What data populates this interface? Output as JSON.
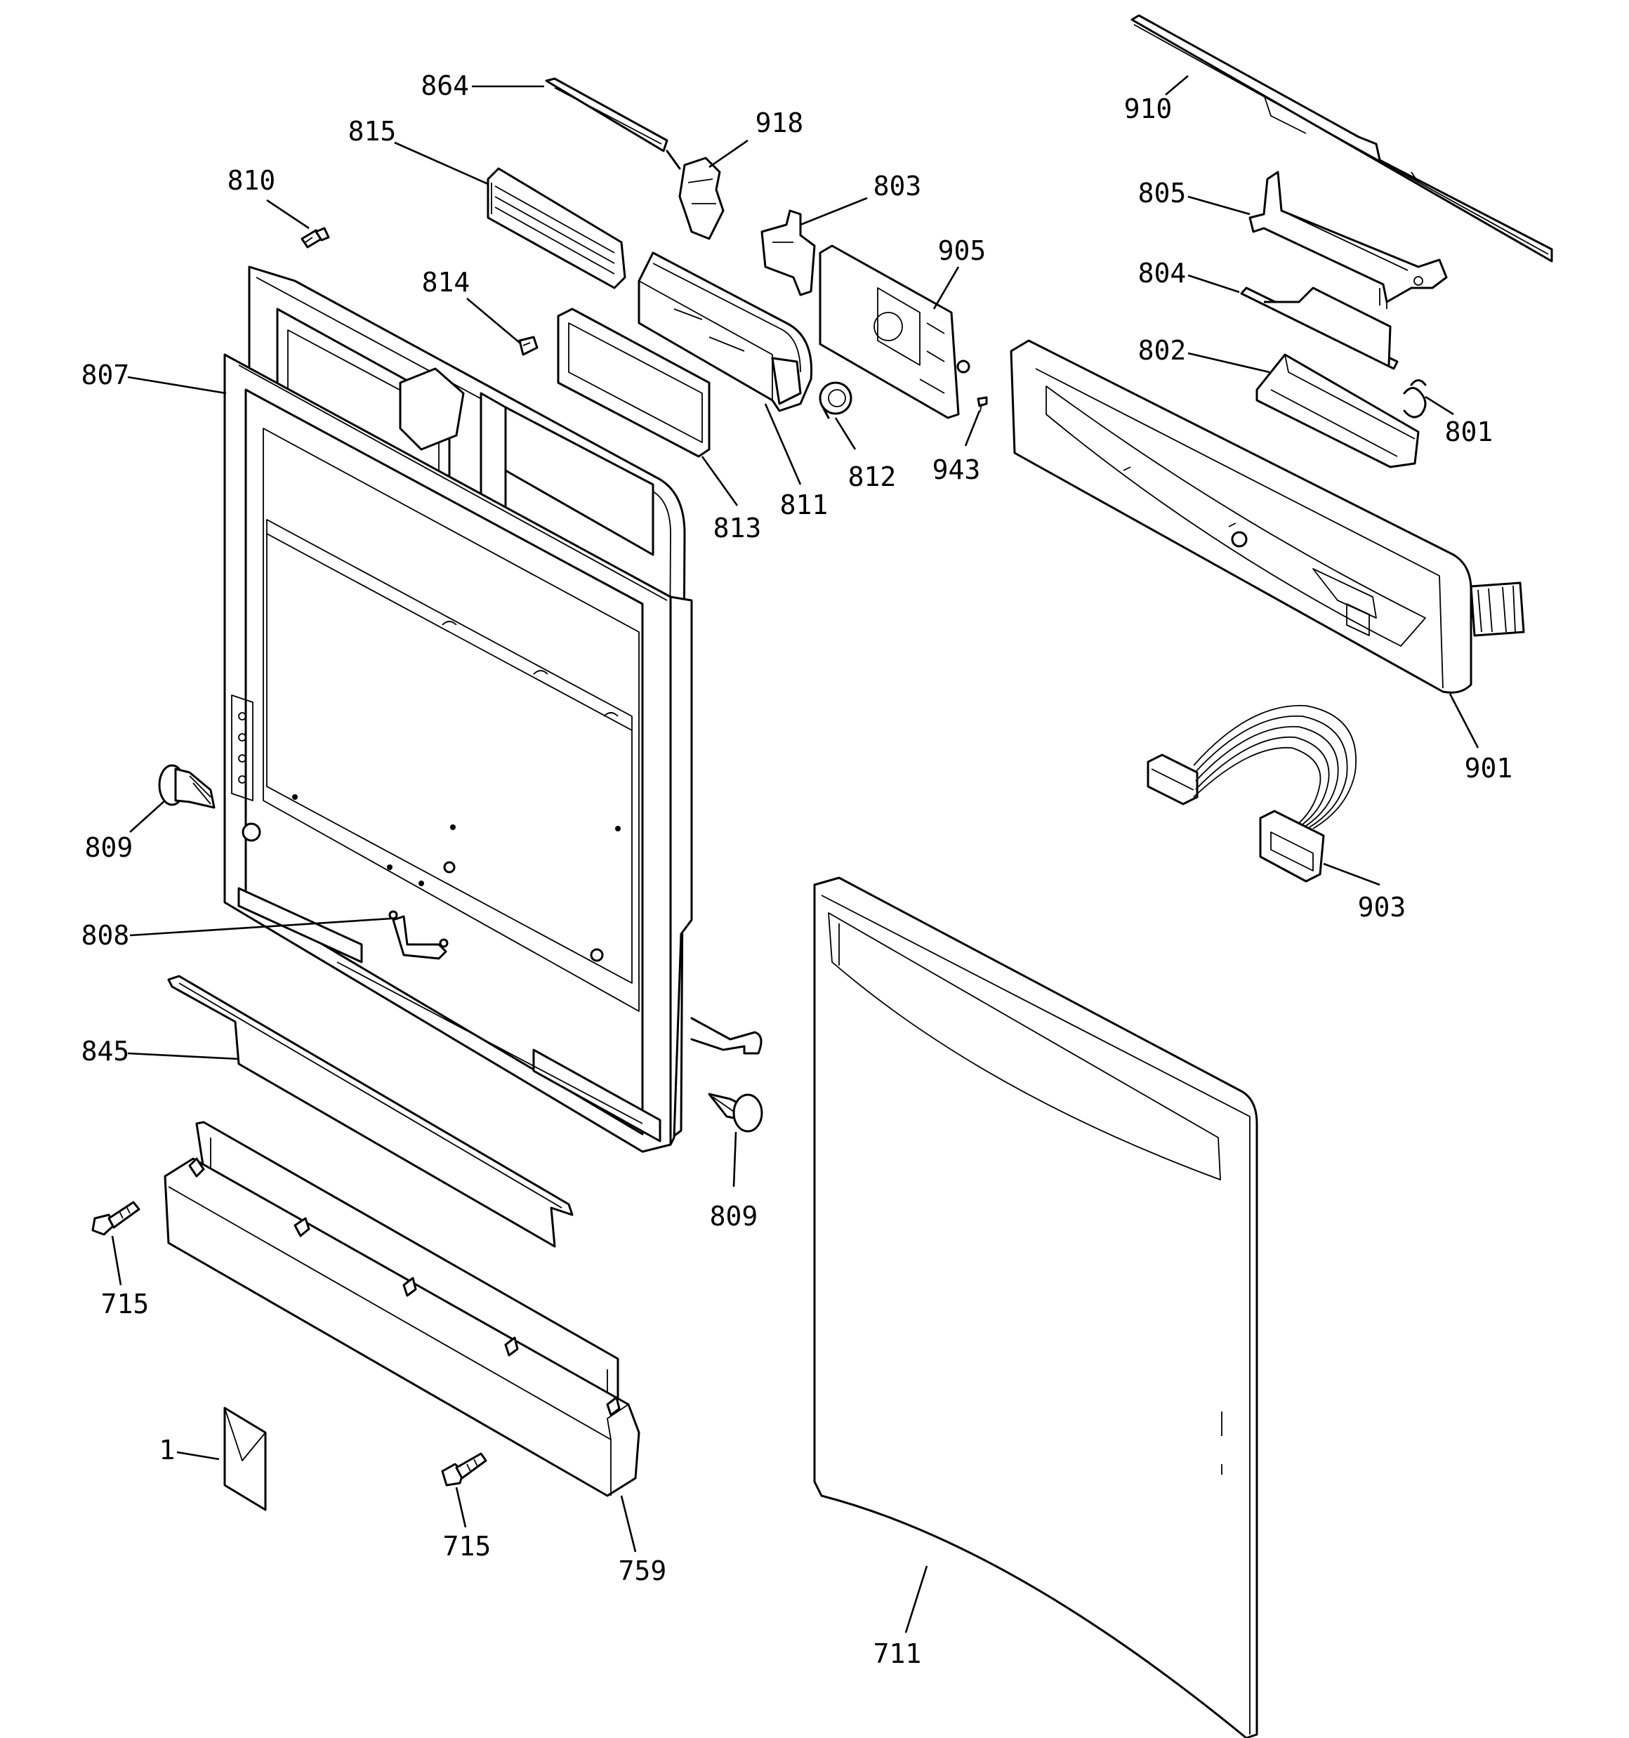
{
  "parts": [
    {
      "id": "p864",
      "label": "864",
      "icon": "vent-strip-icon"
    },
    {
      "id": "p918",
      "label": "918",
      "icon": "switch-icon"
    },
    {
      "id": "p815",
      "label": "815",
      "icon": "vent-grille-icon"
    },
    {
      "id": "p810",
      "label": "810",
      "icon": "screw-icon"
    },
    {
      "id": "p803",
      "label": "803",
      "icon": "switch-icon"
    },
    {
      "id": "p905",
      "label": "905",
      "icon": "circuit-board-icon"
    },
    {
      "id": "p814",
      "label": "814",
      "icon": "screw-icon"
    },
    {
      "id": "p807",
      "label": "807",
      "icon": "door-frame-icon"
    },
    {
      "id": "p811",
      "label": "811",
      "icon": "dispenser-icon"
    },
    {
      "id": "p812",
      "label": "812",
      "icon": "knob-icon"
    },
    {
      "id": "p813",
      "label": "813",
      "icon": "gasket-icon"
    },
    {
      "id": "p943",
      "label": "943",
      "icon": "screw-icon"
    },
    {
      "id": "p910",
      "label": "910",
      "icon": "rail-icon"
    },
    {
      "id": "p805",
      "label": "805",
      "icon": "bracket-icon"
    },
    {
      "id": "p804",
      "label": "804",
      "icon": "rod-icon"
    },
    {
      "id": "p802",
      "label": "802",
      "icon": "handle-bar-icon"
    },
    {
      "id": "p801",
      "label": "801",
      "icon": "spring-icon"
    },
    {
      "id": "p901",
      "label": "901",
      "icon": "control-panel-icon"
    },
    {
      "id": "p903",
      "label": "903",
      "icon": "wire-harness-icon"
    },
    {
      "id": "p809a",
      "label": "809",
      "icon": "bumper-icon"
    },
    {
      "id": "p808",
      "label": "808",
      "icon": "clip-icon"
    },
    {
      "id": "p845",
      "label": "845",
      "icon": "trim-strip-icon"
    },
    {
      "id": "p809b",
      "label": "809",
      "icon": "bumper-icon"
    },
    {
      "id": "p715a",
      "label": "715",
      "icon": "screw-icon"
    },
    {
      "id": "p715b",
      "label": "715",
      "icon": "screw-icon"
    },
    {
      "id": "p759",
      "label": "759",
      "icon": "toe-panel-icon"
    },
    {
      "id": "p1",
      "label": "1",
      "icon": "envelope-icon"
    },
    {
      "id": "p711",
      "label": "711",
      "icon": "door-panel-icon"
    }
  ]
}
